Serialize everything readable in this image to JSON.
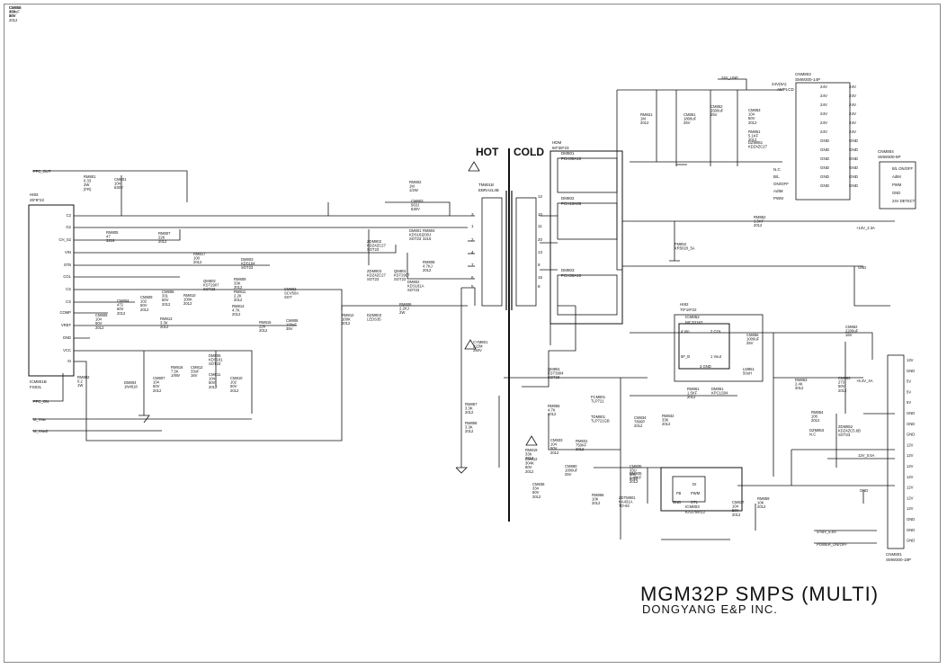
{
  "title": "MGM32P SMPS (MULTI)",
  "company": "DONGYANG E&P INC.",
  "zones": {
    "hot": "HOT",
    "cold": "COLD"
  },
  "ic_left": {
    "ref": "ICM801B",
    "part": "FS02L",
    "header": "HI83",
    "header_part": "25*8*22"
  },
  "ic_left_pins": [
    "C2",
    "G2",
    "CH_S2",
    "VIN",
    "STB",
    "COL",
    "CS",
    "CS",
    "COMP",
    "VREF",
    "GND",
    "VCC",
    "SI"
  ],
  "left_nets": [
    "PFC_OUT",
    "PFC_ON",
    "M_Vsw",
    "M_Vsw2"
  ],
  "transformer": {
    "ref": "TM801B",
    "part": "EBRA2L4B"
  },
  "diode_box": {
    "header": "HDM",
    "part": "60*38*23",
    "diodes": [
      {
        "ref": "DM801",
        "part": "FCH30A10"
      },
      {
        "ref": "DM802",
        "part": "FCH10A06"
      },
      {
        "ref": "DM803",
        "part": "FCH30A10"
      }
    ]
  },
  "control_ic": {
    "header": "HI82",
    "header_part": "70*19*22",
    "ref": "ICM852",
    "part": "MC33167",
    "pins": [
      "4 Vin",
      "2 COL",
      "5F_B",
      "1 Vout",
      "3 GND"
    ]
  },
  "pwm_ic": {
    "ref": "ICM803",
    "part": "KA378R13",
    "pins": [
      "Dr",
      "FB",
      "PWM",
      "GND",
      "CTL"
    ]
  },
  "connectors": [
    {
      "ref": "CNM803",
      "part": "SMW300-14P",
      "lines": [
        "24V(6A)",
        "AMPLCD"
      ],
      "pins": [
        "24V",
        "24V",
        "24V",
        "24V",
        "24V",
        "24V",
        "GND",
        "GND",
        "GND",
        "GND",
        "GND",
        "GND"
      ]
    },
    {
      "ref": "CNM804",
      "part": "SMW300-5P",
      "pins": [
        "B/L ON/OFF",
        "AdIM",
        "PWM",
        "GND",
        "24V DETECT"
      ]
    },
    {
      "ref": "CNM801",
      "part": "SMW300-18P",
      "pins": [
        "13V",
        "GND",
        "5V",
        "5V",
        "5V",
        "GND",
        "GND",
        "GND",
        "12V",
        "12V",
        "12V",
        "12V",
        "12V",
        "12V",
        "12V",
        "GND",
        "GND",
        "GND"
      ]
    }
  ],
  "cn805_labels": [
    "N.C",
    "B/L",
    "ON/OFF",
    "AdIM",
    "PWM"
  ],
  "net_labels": [
    "24V_LINE",
    "+13V_2.3A",
    "GND",
    "+5.4V_4A",
    "12V_0.5A",
    "GND",
    "STBY_5.0V",
    "POWER_ON/OFF"
  ],
  "parts": [
    {
      "t": "RM801\n0.33\n2W\n(FR)"
    },
    {
      "t": "CM801\n104\n630V"
    },
    {
      "t": "RM805\n47\n3216"
    },
    {
      "t": "RM807\n22K\n2012"
    },
    {
      "t": "RM802\n1M\n1/2W"
    },
    {
      "t": "CM803\n563J\n630V"
    },
    {
      "t": "DM801\nKDS181\nSOT23"
    },
    {
      "t": "RM804\n330J\n3216"
    },
    {
      "t": "ZDM802\nKDZ4ZC27\nSOT23"
    },
    {
      "t": "QM801\nKST2907\nSOT23"
    },
    {
      "t": "RM808\n4.7KJ\n2012"
    },
    {
      "t": "ZDM803\nKDZ4ZC27\nSOT23"
    },
    {
      "t": "DM802\nKDS181A\nSOT23"
    },
    {
      "t": "RM806\n2.2KJ\n2W"
    },
    {
      "t": "RM812\n100K\n2012"
    },
    {
      "t": "DZM803\nLEDS35"
    },
    {
      "t": "CYM801\n222M\n250V"
    },
    {
      "t": "DM803\nKDS184\nSOT23"
    },
    {
      "t": "CM802\nSCV50A\nSOT"
    },
    {
      "t": "RM809\n33K\n2012"
    },
    {
      "t": "CM808\n331\n50V\n2012"
    },
    {
      "t": "RM810\n100K\n2012"
    },
    {
      "t": "QM802\nKST2907\nSOT23"
    },
    {
      "t": "RM811\n2.2K\n2012"
    },
    {
      "t": "CM804\n472\n50V\n2012"
    },
    {
      "t": "CM809\n102\n50V\n2012"
    },
    {
      "t": "CM805\n104\n50V\n2012"
    },
    {
      "t": "RM813\n3.3K\n2012"
    },
    {
      "t": "RM814\n4.7K\n2012"
    },
    {
      "t": "RM815\n22K\n2012"
    },
    {
      "t": "CM806\n100uF\n35V"
    },
    {
      "t": "DM804\n1N4818"
    },
    {
      "t": "RM802\n0.2\n1W"
    },
    {
      "t": "CM807\n104\n50V\n2012"
    },
    {
      "t": "RM816\n7.5K\n1/8W"
    },
    {
      "t": "CM812\n33uF\n16V"
    },
    {
      "t": "DM805\nKDS181\nSOT23"
    },
    {
      "t": "CM810\n102\n50V\n2012"
    },
    {
      "t": "CM811\n104\n50V\n2012"
    },
    {
      "t": "RM817\n100\n2012"
    },
    {
      "t": "RM821\n1M\n2012"
    },
    {
      "t": "CM851\n1800uF\n25V"
    },
    {
      "t": "CM852\n1500uF\n25V"
    },
    {
      "t": "CM853\n104\n50V\n2012"
    },
    {
      "t": "RM851\n5.1KF\n2012"
    },
    {
      "t": "DZM851\nKDZ4ZC27"
    },
    {
      "t": "RM852\n1.5KF\n2012"
    },
    {
      "t": "FM852\nKR5020_5A"
    },
    {
      "t": "CM856\n1000uF\n25V"
    },
    {
      "t": "LM851\n50uH"
    },
    {
      "t": "RM861\n1.5KF\n2012"
    },
    {
      "t": "DM851\nKPC1S04"
    },
    {
      "t": "RM853\n2.4K\n2012"
    },
    {
      "t": "CM863\n273\n50V\n2012"
    },
    {
      "t": "CM862\n2200uF\n16V"
    },
    {
      "t": "RM854\n100\n2012"
    },
    {
      "t": "DZM853\nN.C"
    },
    {
      "t": "ZDM852\nKDZ4ZC5.6B\nSOT23"
    },
    {
      "t": "QM851\nKST3904\nSOT23"
    },
    {
      "t": "RM855\n4.7K\n2012"
    },
    {
      "t": "RM857\n3.3K\n2012"
    },
    {
      "t": "RM858\n3.3K\n2012"
    },
    {
      "t": "RM819\n33K\n2012"
    },
    {
      "t": "CM812\n304K\n50V\n2012"
    },
    {
      "t": "FCM801\nTLP721"
    },
    {
      "t": "TDM801\nTLP721GB"
    },
    {
      "t": "RM831\n750KF\n2012"
    },
    {
      "t": "CM834\n7800P\n2012"
    },
    {
      "t": "RM832\n33K\n2012"
    },
    {
      "t": "CM833\n104\n50V\n2012"
    },
    {
      "t": "CM860\n1000uF\n25V"
    },
    {
      "t": "CM835\n33U\n50V\n2012"
    },
    {
      "t": "CM836\n334\n50V\n2012"
    },
    {
      "t": "RM856\n10K\n2012"
    },
    {
      "t": "ZDTM801\nKA431A\nTO-92"
    },
    {
      "t": "RM835\n2.49KF\n2012"
    },
    {
      "t": "CM837\n104\n50V\n2012"
    },
    {
      "t": "RM859\n10K\n2012"
    },
    {
      "t": "CM855\n470uF\n25V"
    },
    {
      "t": "CM858\n304\n50V\n2012"
    }
  ]
}
